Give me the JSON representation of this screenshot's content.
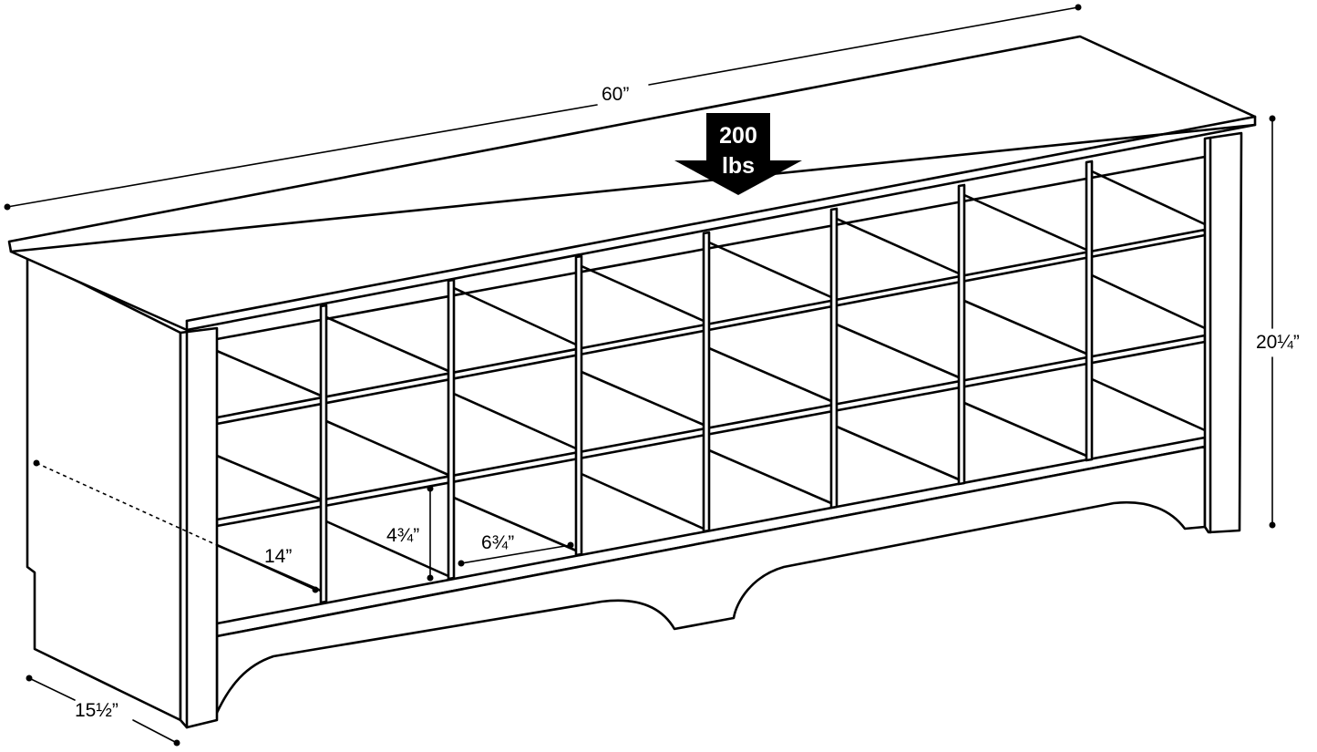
{
  "dimensions": {
    "width": "60”",
    "height": "20¼”",
    "depth": "15½”",
    "cubby_depth": "14”",
    "cubby_height": "4¾”",
    "cubby_width": "6¾”"
  },
  "load": {
    "value": "200",
    "unit": "lbs"
  }
}
